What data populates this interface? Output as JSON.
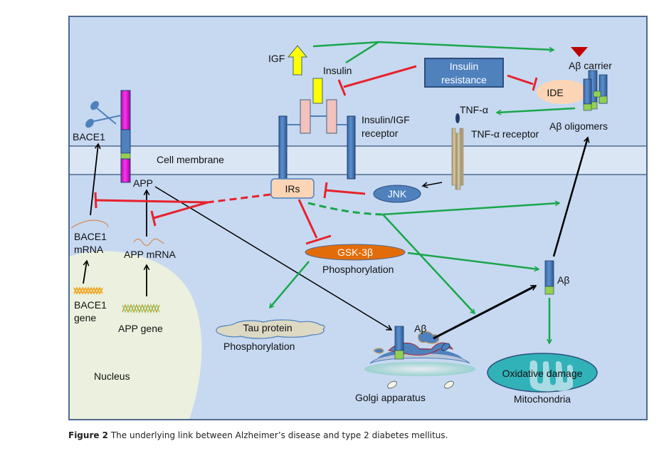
{
  "figure": {
    "caption_label": "Figure 2",
    "caption_text": " The underlying link between Alzheimer’s disease and type 2 diabetes mellitus."
  },
  "colors": {
    "cytoplasm": "#c6d9f1",
    "membrane": "#dbe6f4",
    "nucleus": "#ebf1de",
    "frame": "#4f6a8f",
    "inhibit": "#e8212b",
    "activate": "#1aa64a",
    "leads_to": "#000000",
    "gsk3b": "#e36c0a",
    "protein_blue": "#4f81bd",
    "ide": "#fbd5b5",
    "irs": "#fbd5b5",
    "mitochondria": "#31b2b8",
    "app_magenta": "#e020d8",
    "igf_yellow": "#ffff00",
    "receptor_pink": "#f2c2bd",
    "abeta_green": "#92d050",
    "carrier_red": "#c00000",
    "tnf_receptor": "#c4b48c"
  },
  "labels": {
    "bace1": "BACE1",
    "cell_membrane": "Cell membrane",
    "app": "APP",
    "bace1_mrna_line1": "BACE1",
    "bace1_mrna_line2": "mRNA",
    "app_mrna": "APP mRNA",
    "bace1_gene_line1": "BACE1",
    "bace1_gene_line2": "gene",
    "app_gene": "APP gene",
    "nucleus": "Nucleus",
    "igf": "IGF",
    "insulin": "Insulin",
    "insulin_resistance_line1": "Insulin",
    "insulin_resistance_line2": "resistance",
    "insulin_igf_receptor_line1": "Insulin/IGF",
    "insulin_igf_receptor_line2": "receptor",
    "irs": "IRs",
    "jnk": "JNK",
    "gsk3b": "GSK-3β",
    "gsk3b_phospho": "Phosphorylation",
    "tau_protein": "Tau protein",
    "tau_phospho": "Phosphorylation",
    "tnf_alpha": "TNF-α",
    "tnf_alpha_receptor": "TNF-α receptor",
    "abeta_carrier": "Aβ carrier",
    "ide": "IDE",
    "abeta_oligomers": "Aβ oligomers",
    "abeta_cytoplasm": "Aβ",
    "abeta_golgi": "Aβ",
    "golgi": "Golgi apparatus",
    "oxidative_damage": "Oxidative damage",
    "mitochondria": "Mitochondria"
  },
  "relations": [
    {
      "from": "IGF/Insulin",
      "to": "Aβ carrier",
      "type": "activate"
    },
    {
      "from": "Insulin resistance",
      "to": "Insulin",
      "type": "inhibit"
    },
    {
      "from": "Insulin resistance",
      "to": "IDE",
      "type": "inhibit"
    },
    {
      "from": "Aβ oligomers",
      "to": "TNF-α",
      "type": "activate"
    },
    {
      "from": "TNF-α receptor",
      "to": "JNK",
      "type": "leads_to"
    },
    {
      "from": "JNK",
      "to": "IRs",
      "type": "inhibit"
    },
    {
      "from": "IRs",
      "to": "BACE1 mRNA / APP mRNA",
      "type": "inhibit",
      "style": "dashed"
    },
    {
      "from": "IRs",
      "to": "GSK-3β",
      "type": "inhibit"
    },
    {
      "from": "IRs",
      "to": "Aβ oligomers path / Golgi Aβ",
      "type": "activate",
      "style": "dashed"
    },
    {
      "from": "GSK-3β",
      "to": "Tau protein",
      "type": "activate"
    },
    {
      "from": "GSK-3β",
      "to": "Aβ",
      "type": "activate"
    },
    {
      "from": "APP",
      "to": "Golgi Aβ",
      "type": "leads_to"
    },
    {
      "from": "Golgi Aβ",
      "to": "Aβ",
      "type": "leads_to"
    },
    {
      "from": "Aβ",
      "to": "Aβ oligomers",
      "type": "leads_to"
    },
    {
      "from": "Aβ",
      "to": "Mitochondria",
      "type": "activate"
    },
    {
      "from": "BACE1 gene",
      "to": "BACE1 mRNA",
      "type": "leads_to"
    },
    {
      "from": "BACE1 mRNA",
      "to": "BACE1",
      "type": "leads_to"
    },
    {
      "from": "APP gene",
      "to": "APP mRNA",
      "type": "leads_to"
    },
    {
      "from": "APP mRNA",
      "to": "APP",
      "type": "leads_to"
    }
  ]
}
